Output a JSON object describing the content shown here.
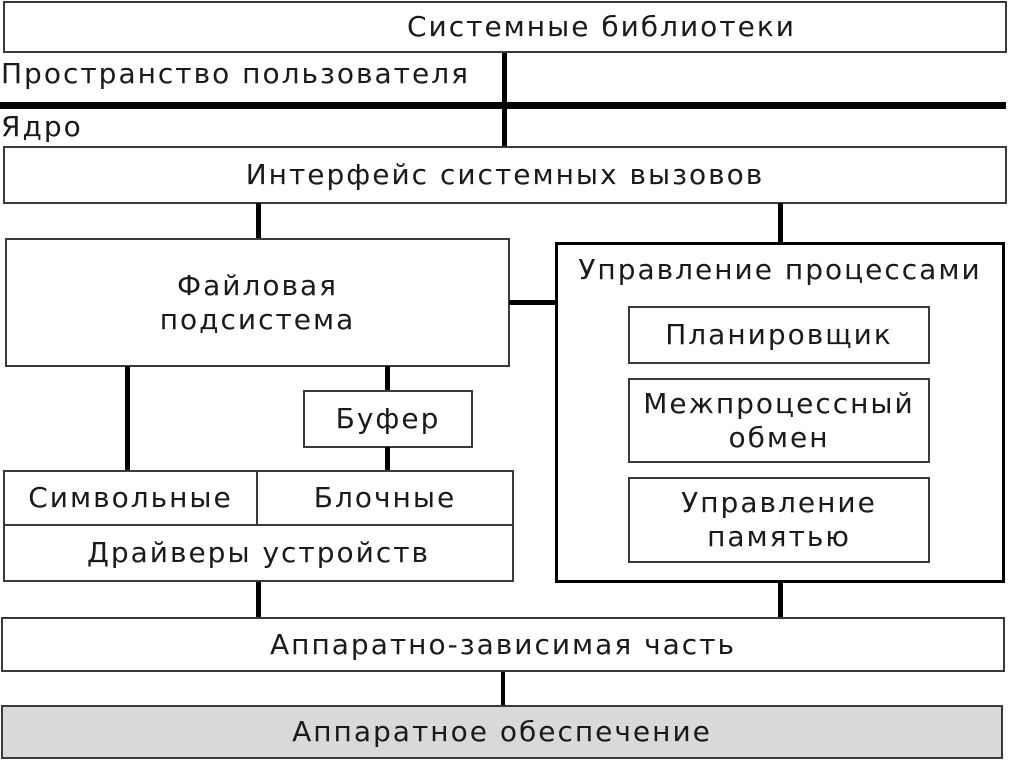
{
  "diagram": {
    "title_region": {
      "system_libraries": "Системные библиотеки",
      "user_space_label": "Пространство пользователя",
      "kernel_label": "Ядро"
    },
    "kernel": {
      "syscall_interface": "Интерфейс системных вызовов",
      "file_subsystem": "Файловая\nподсистема",
      "process_management": {
        "title": "Управление процессами",
        "scheduler": "Планировщик",
        "interprocess_exchange": "Межпроцессный\nобмен",
        "memory_management": "Управление\nпамятью"
      },
      "buffer": "Буфер",
      "char_drivers": "Символьные",
      "block_drivers": "Блочные",
      "device_drivers": "Драйверы устройств",
      "hardware_dependent_part": "Аппаратно-зависимая часть"
    },
    "hardware": "Аппаратное обеспечение"
  },
  "colors": {
    "background": "#ffffff",
    "box_border": "#3a3a3a",
    "connector": "#000000",
    "hardware_fill": "#d9d9d9",
    "text": "#1a1a1a"
  }
}
